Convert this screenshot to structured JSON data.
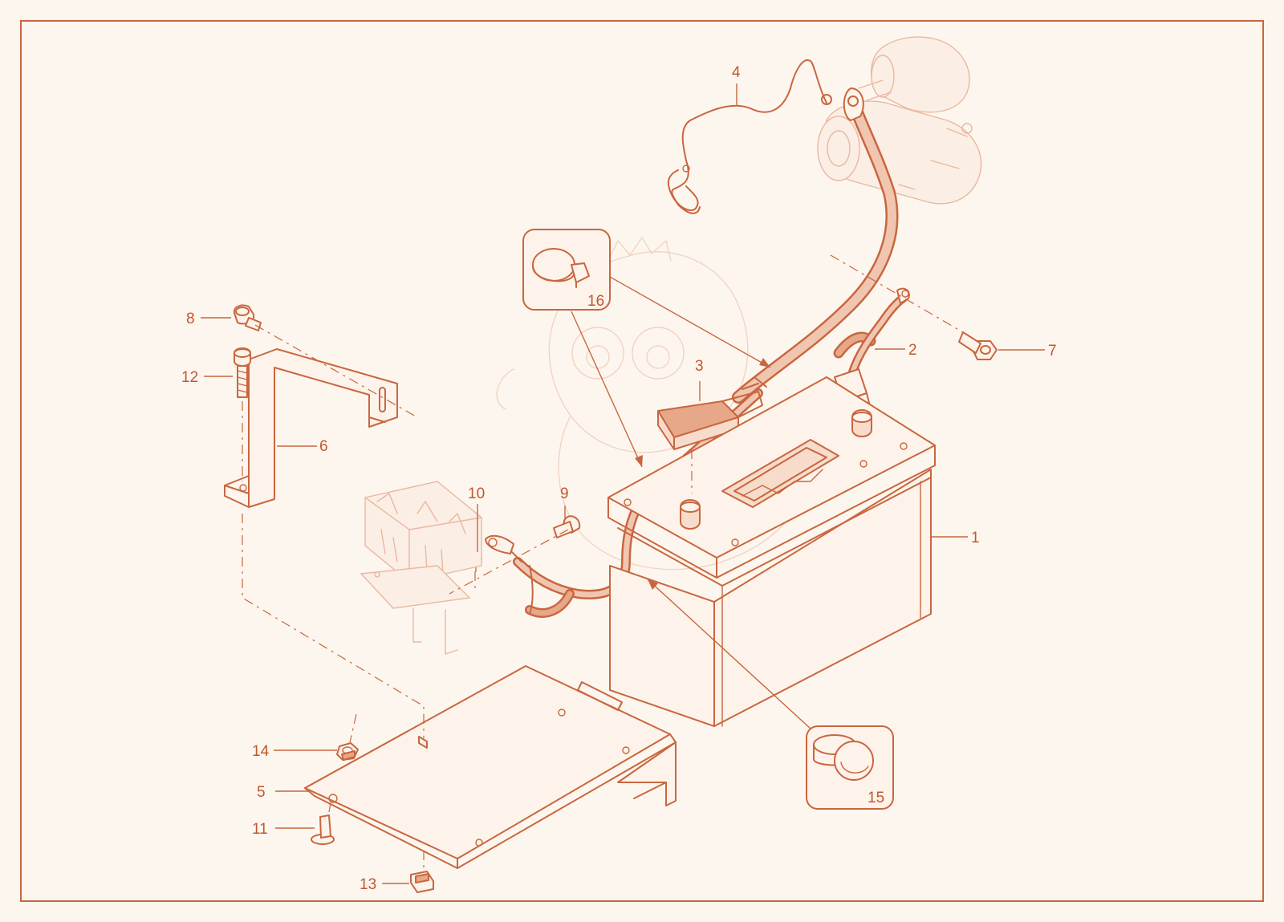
{
  "callouts": {
    "c1": "1",
    "c2": "2",
    "c3": "3",
    "c4": "4",
    "c5": "5",
    "c6": "6",
    "c7": "7",
    "c8": "8",
    "c9": "9",
    "c10": "10",
    "c11": "11",
    "c12": "12",
    "c13": "13",
    "c14": "14",
    "c15": "15",
    "c16": "16"
  },
  "colors": {
    "ink": "#c9663f",
    "background": "#fdf6ee",
    "frame": "#c9663f"
  }
}
